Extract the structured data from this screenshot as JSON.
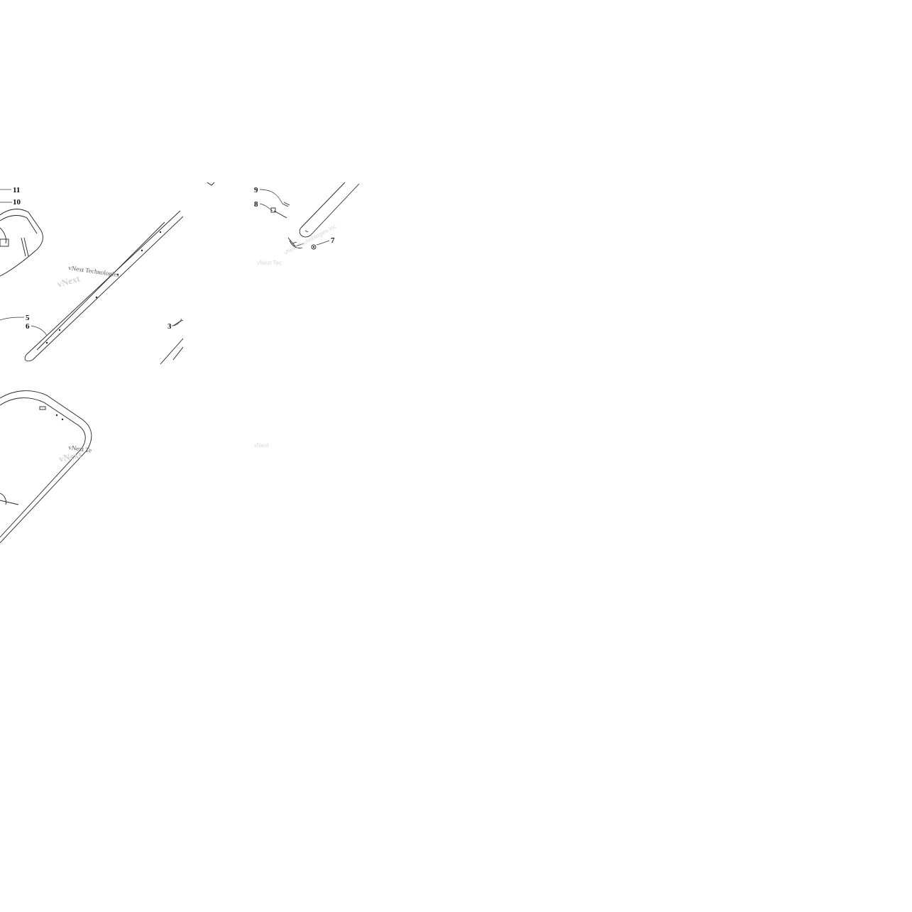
{
  "diagram": {
    "callouts": {
      "c11": "11",
      "c10": "10",
      "c5": "5",
      "c6": "6",
      "c3": "3",
      "c9": "9",
      "c8": "8",
      "c7": "7"
    },
    "watermarks": {
      "w1": "vNext Technologies",
      "w2": "vNext Te"
    }
  }
}
